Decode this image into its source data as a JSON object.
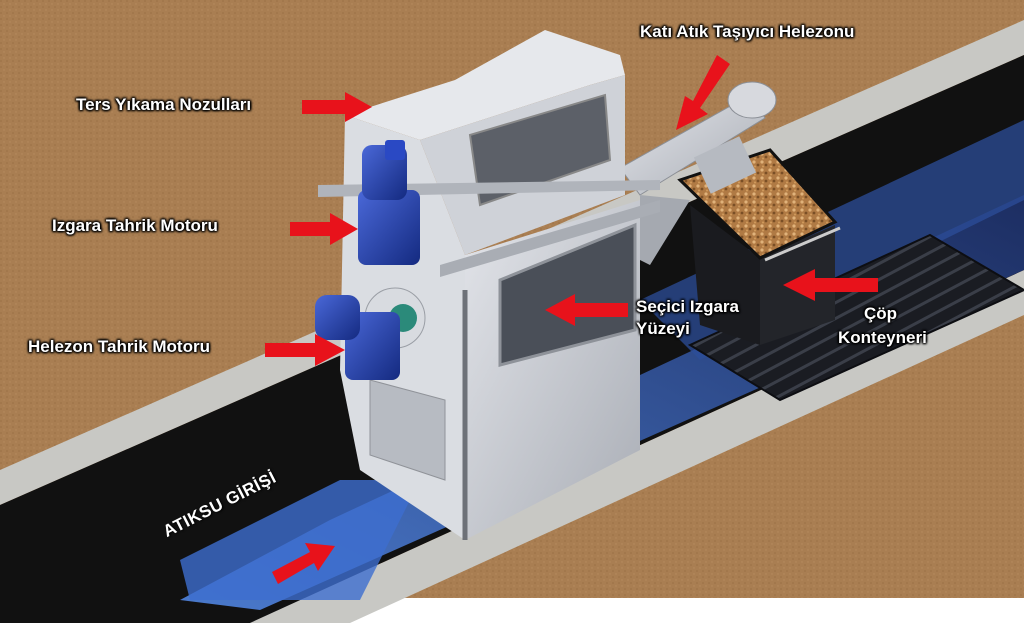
{
  "labels": {
    "backwash_nozzles": "Ters Yıkama Nozulları",
    "screen_drive_motor": "Izgara Tahrik Motoru",
    "screw_drive_motor": "Helezon Tahrik Motoru",
    "solid_waste_screw": "Katı Atık Taşıyıcı Helezonu",
    "screen_surface_line1": "Seçici Izgara",
    "screen_surface_line2": "Yüzeyi",
    "container_line1": "Çöp",
    "container_line2": "Konteyneri",
    "inlet": "ATIKSU GİRİŞİ"
  },
  "colors": {
    "arrow": "#e8121b",
    "soil": "#a97e52",
    "steel": "#c9ccd2",
    "motor": "#233fb0",
    "water": "#2f56a8"
  }
}
